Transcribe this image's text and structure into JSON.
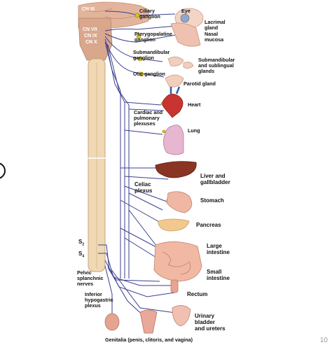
{
  "cranial_nerves": {
    "cn3": "CN III",
    "cn7": "CN VII",
    "cn9": "CN IX",
    "cn10": "CN X"
  },
  "ganglia": {
    "ciliary": "Ciliary\nganglion",
    "pterygopalatine": "Pterygopalatine\nganglion",
    "submandibular": "Submandibular\nganglion",
    "otic": "Otic ganglion"
  },
  "targets": {
    "eye": "Eye",
    "lacrimal": "Lacrimal\ngland",
    "nasal": "Nasal\nmucosa",
    "submandibular_glands": "Submandibular\nand sublingual\nglands",
    "parotid": "Parotid gland",
    "heart": "Heart",
    "lung": "Lung",
    "liver": "Liver and\ngallbladder",
    "stomach": "Stomach",
    "pancreas": "Pancreas",
    "large_intestine": "Large\nintestine",
    "small_intestine": "Small\nintestine",
    "rectum": "Rectum",
    "urinary": "Urinary\nbladder\nand ureters",
    "genitalia": "Genitalia (penis, clitoris, and vagina)"
  },
  "plexuses": {
    "cardiac": "Cardiac and\npulmonary\nplexuses",
    "celiac": "Celiac\nplexus",
    "pelvic_splanchnic": "Pelvic\nsplanchnic\nnerves",
    "inferior_hypogastric": "Inferior\nhypogastric\nplexus"
  },
  "sacral": {
    "s2": "S",
    "s2_sub": "2",
    "s4": "S",
    "s4_sub": "4"
  },
  "page_number": "10",
  "colors": {
    "nerve": "#3a3f8f",
    "spinal_cord": "#f0d8b4",
    "ganglion": "#d8c21a",
    "brain": "#e8b6a0"
  }
}
